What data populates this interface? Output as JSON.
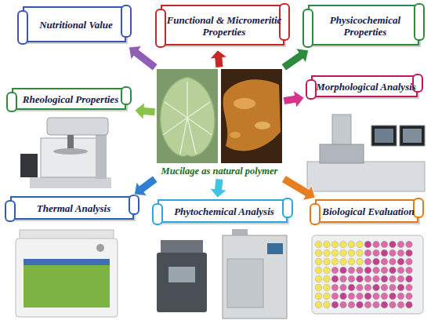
{
  "diagram": {
    "nodes": [
      {
        "text": [
          "Nutritional Value"
        ]
      },
      {
        "text": [
          "Functional & Micromeritic Properties"
        ]
      },
      {
        "text": [
          "Physicochemical Properties"
        ]
      },
      {
        "text": [
          "Rheological Properties"
        ]
      },
      {
        "text": [
          "Mucilage as natural polymer"
        ]
      },
      {
        "text": [
          "Morphological Analysis"
        ]
      },
      {
        "text": [
          "Thermal Analysis"
        ]
      },
      {
        "text": [
          "Phytochemical Analysis"
        ]
      },
      {
        "text": [
          "Biological Evaluation"
        ]
      }
    ],
    "edges": [
      {
        "from": 4,
        "to": 0,
        "arrow": "to"
      },
      {
        "from": 4,
        "to": 1,
        "arrow": "to"
      },
      {
        "from": 4,
        "to": 2,
        "arrow": "to"
      },
      {
        "from": 4,
        "to": 3,
        "arrow": "to"
      },
      {
        "from": 4,
        "to": 5,
        "arrow": "to"
      },
      {
        "from": 4,
        "to": 6,
        "arrow": "to"
      },
      {
        "from": 4,
        "to": 7,
        "arrow": "to"
      },
      {
        "from": 4,
        "to": 8,
        "arrow": "to"
      }
    ]
  }
}
